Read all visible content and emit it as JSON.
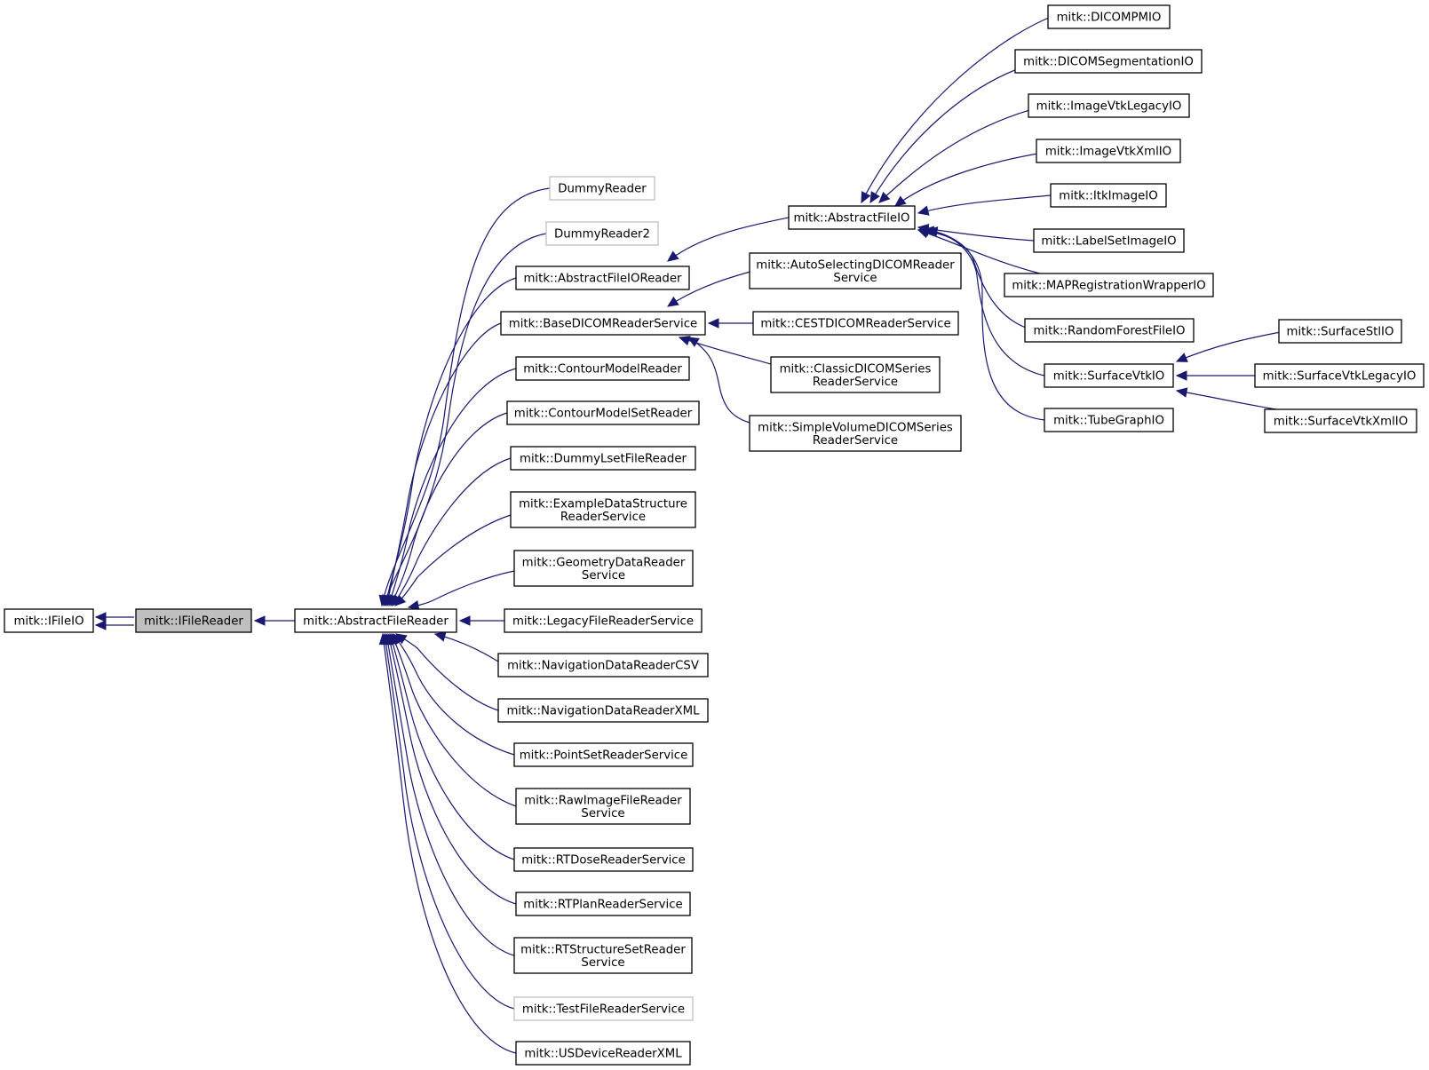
{
  "nodes": {
    "ifileio": {
      "lines": [
        "mitk::IFileIO"
      ]
    },
    "ifilereader": {
      "lines": [
        "mitk::IFileReader"
      ]
    },
    "abstractfilereader": {
      "lines": [
        "mitk::AbstractFileReader"
      ]
    },
    "dummyreader": {
      "lines": [
        "DummyReader"
      ]
    },
    "dummyreader2": {
      "lines": [
        "DummyReader2"
      ]
    },
    "abstractfileioreader": {
      "lines": [
        "mitk::AbstractFileIOReader"
      ]
    },
    "basedicomreaderservice": {
      "lines": [
        "mitk::BaseDICOMReaderService"
      ]
    },
    "contourmodelreader": {
      "lines": [
        "mitk::ContourModelReader"
      ]
    },
    "contourmodelsetreader": {
      "lines": [
        "mitk::ContourModelSetReader"
      ]
    },
    "dummylsetfilereader": {
      "lines": [
        "mitk::DummyLsetFileReader"
      ]
    },
    "exampledatastructurereaderservice": {
      "lines": [
        "mitk::ExampleDataStructure",
        "ReaderService"
      ]
    },
    "geometrydatareaderservice": {
      "lines": [
        "mitk::GeometryDataReader",
        "Service"
      ]
    },
    "legacyfilereaderservice": {
      "lines": [
        "mitk::LegacyFileReaderService"
      ]
    },
    "navigationdatareadercsv": {
      "lines": [
        "mitk::NavigationDataReaderCSV"
      ]
    },
    "navigationdatareaderxml": {
      "lines": [
        "mitk::NavigationDataReaderXML"
      ]
    },
    "pointsetreaderservice": {
      "lines": [
        "mitk::PointSetReaderService"
      ]
    },
    "rawimagefilereaderservice": {
      "lines": [
        "mitk::RawImageFileReader",
        "Service"
      ]
    },
    "rtdosereaderservice": {
      "lines": [
        "mitk::RTDoseReaderService"
      ]
    },
    "rtplanreaderservice": {
      "lines": [
        "mitk::RTPlanReaderService"
      ]
    },
    "rtstructuresetreaderservice": {
      "lines": [
        "mitk::RTStructureSetReader",
        "Service"
      ]
    },
    "testfilereaderservice": {
      "lines": [
        "mitk::TestFileReaderService"
      ]
    },
    "usdevicereaderxml": {
      "lines": [
        "mitk::USDeviceReaderXML"
      ]
    },
    "abstractfileio": {
      "lines": [
        "mitk::AbstractFileIO"
      ]
    },
    "autoselectingdicomreaderservice": {
      "lines": [
        "mitk::AutoSelectingDICOMReader",
        "Service"
      ]
    },
    "cestdicomreaderservice": {
      "lines": [
        "mitk::CESTDICOMReaderService"
      ]
    },
    "classicdicomseriesreaderservice": {
      "lines": [
        "mitk::ClassicDICOMSeries",
        "ReaderService"
      ]
    },
    "simplevolumedicomseriesreaderservice": {
      "lines": [
        "mitk::SimpleVolumeDICOMSeries",
        "ReaderService"
      ]
    },
    "dicompmio": {
      "lines": [
        "mitk::DICOMPMIO"
      ]
    },
    "dicomsegmentationio": {
      "lines": [
        "mitk::DICOMSegmentationIO"
      ]
    },
    "imagevtklegacyio": {
      "lines": [
        "mitk::ImageVtkLegacyIO"
      ]
    },
    "imagevtkxmlio": {
      "lines": [
        "mitk::ImageVtkXmlIO"
      ]
    },
    "itkimageio": {
      "lines": [
        "mitk::ItkImageIO"
      ]
    },
    "labelsetimageio": {
      "lines": [
        "mitk::LabelSetImageIO"
      ]
    },
    "mapregistrationwrapperio": {
      "lines": [
        "mitk::MAPRegistrationWrapperIO"
      ]
    },
    "randomforestfileio": {
      "lines": [
        "mitk::RandomForestFileIO"
      ]
    },
    "surfacevtkio": {
      "lines": [
        "mitk::SurfaceVtkIO"
      ]
    },
    "tubegraphio": {
      "lines": [
        "mitk::TubeGraphIO"
      ]
    },
    "surfacestlio": {
      "lines": [
        "mitk::SurfaceStlIO"
      ]
    },
    "surfacevtklegacyio": {
      "lines": [
        "mitk::SurfaceVtkLegacyIO"
      ]
    },
    "surfacevtkxmlio": {
      "lines": [
        "mitk::SurfaceVtkXmlIO"
      ]
    }
  },
  "colors": {
    "edge": "#191970",
    "node_border": "#000000",
    "undocumented_border": "#bfbfbf",
    "focus_fill": "#bfbfbf"
  }
}
